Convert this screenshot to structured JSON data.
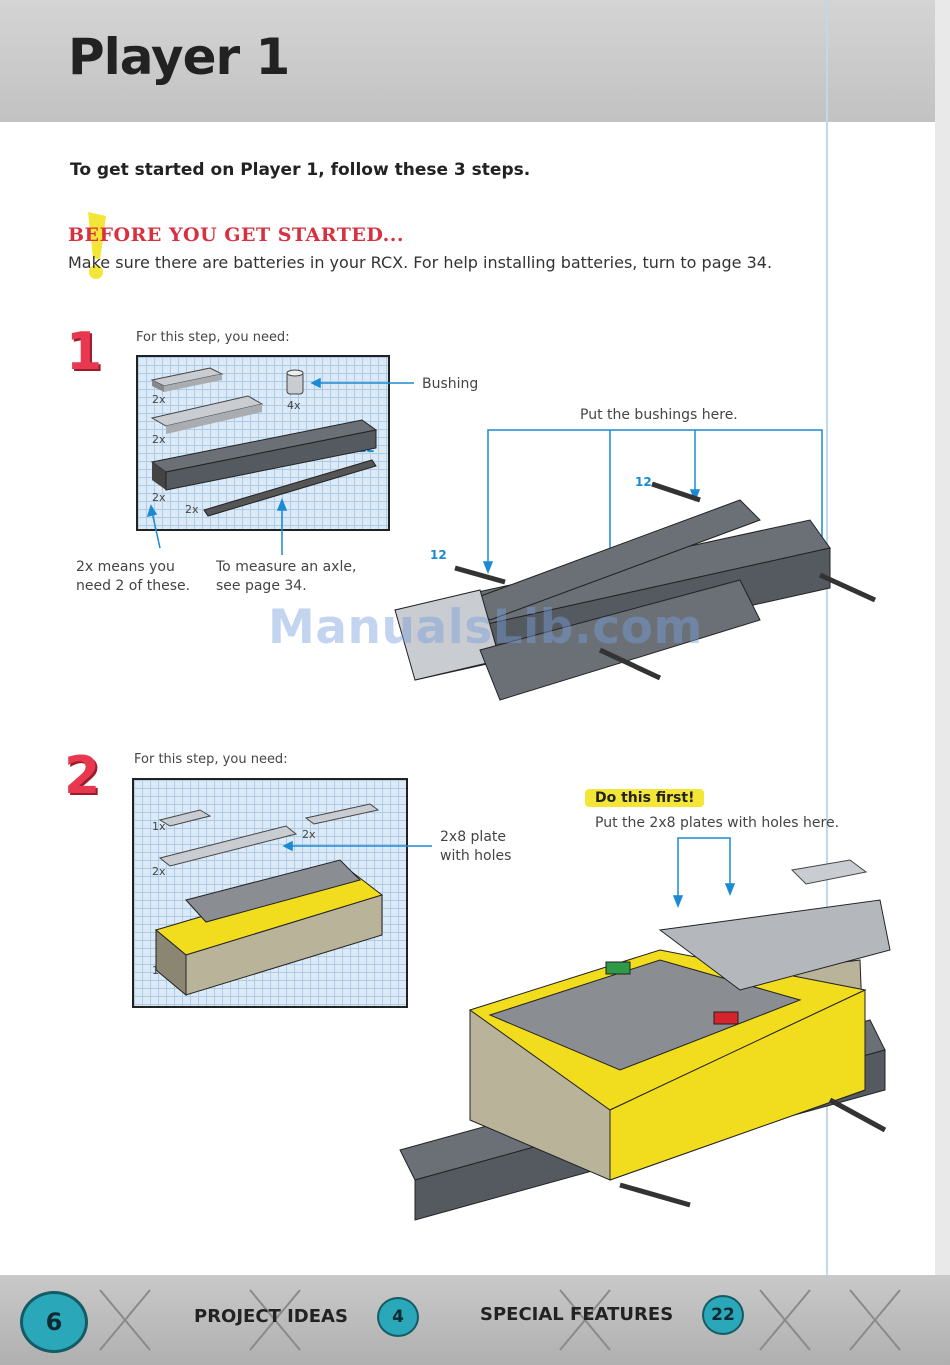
{
  "page_title": "Player 1",
  "intro": "To get started on Player 1, follow these 3 steps.",
  "before": {
    "heading": "BEFORE YOU GET STARTED...",
    "text": "Make sure there are batteries in your RCX. For help installing batteries, turn to page 34."
  },
  "step1": {
    "number": "1",
    "need": "For this step, you need:",
    "qty_plate_small": "2x",
    "qty_plate_long": "2x",
    "qty_beam": "2x",
    "qty_axle": "2x",
    "qty_bushing": "4x",
    "beam_length": "12",
    "bushing_label": "Bushing",
    "bushings_here": "Put the bushings here.",
    "note_2x_line1": "2x means you",
    "note_2x_line2": "need 2 of these.",
    "note_axle_line1": "To measure an axle,",
    "note_axle_line2": "see page 34.",
    "axle_label_a": "12",
    "axle_label_b": "12",
    "axle_label_c": "12"
  },
  "step2": {
    "number": "2",
    "need": "For this step, you need:",
    "qty_plate_a": "1x",
    "qty_plate_b": "2x",
    "qty_plate_c": "2x",
    "qty_rcx": "1x",
    "plate_label_line1": "2x8 plate",
    "plate_label_line2": "with holes",
    "do_first": "Do this first!",
    "do_first_text": "Put the 2x8 plates with holes here."
  },
  "watermark": "ManualsLib.com",
  "footer": {
    "page_number": "6",
    "project_ideas": "PROJECT IDEAS",
    "project_ideas_page": "4",
    "special_features": "SPECIAL FEATURES",
    "special_features_page": "22"
  },
  "colors": {
    "accent_red": "#e8384f",
    "callout_blue": "#1a8ad4",
    "badge_teal": "#2aa7b8",
    "lego_yellow": "#f2dc1e",
    "lego_dark_gray": "#555a60"
  }
}
